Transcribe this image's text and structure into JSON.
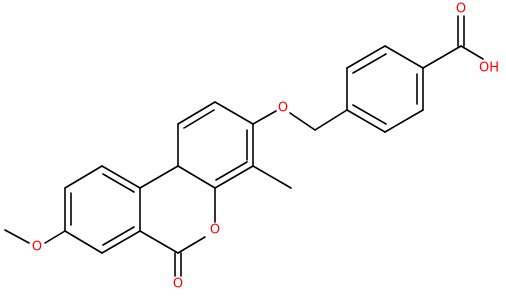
{
  "atom_labels": {
    "ether_o": "O",
    "ring_o": "O",
    "carbonyl_o": "O",
    "methoxy_o": "O",
    "acid_o": "O",
    "acid_oh": "OH"
  },
  "colors": {
    "bond": "#000000",
    "heteroatom": "#ff0000",
    "background": "#ffffff"
  }
}
